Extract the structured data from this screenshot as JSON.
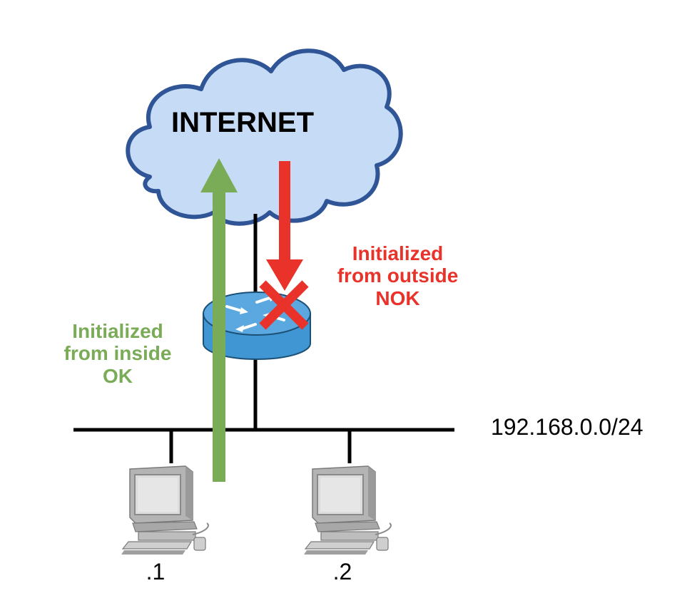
{
  "cloud": {
    "label": "INTERNET",
    "fill": "#c6dbf6",
    "stroke": "#2f5597"
  },
  "inside_connection": {
    "lines": [
      "Initialized",
      "from inside",
      "OK"
    ],
    "color": "#7aab57"
  },
  "outside_connection": {
    "lines": [
      "Initialized",
      "from outside",
      "NOK"
    ],
    "color": "#e8322a"
  },
  "router": {
    "icon": "router-icon",
    "color": "#3f96d2"
  },
  "network": {
    "subnet": "192.168.0.0/24"
  },
  "hosts": [
    {
      "label": ".1",
      "icon": "desktop-computer-icon"
    },
    {
      "label": ".2",
      "icon": "desktop-computer-icon"
    }
  ]
}
